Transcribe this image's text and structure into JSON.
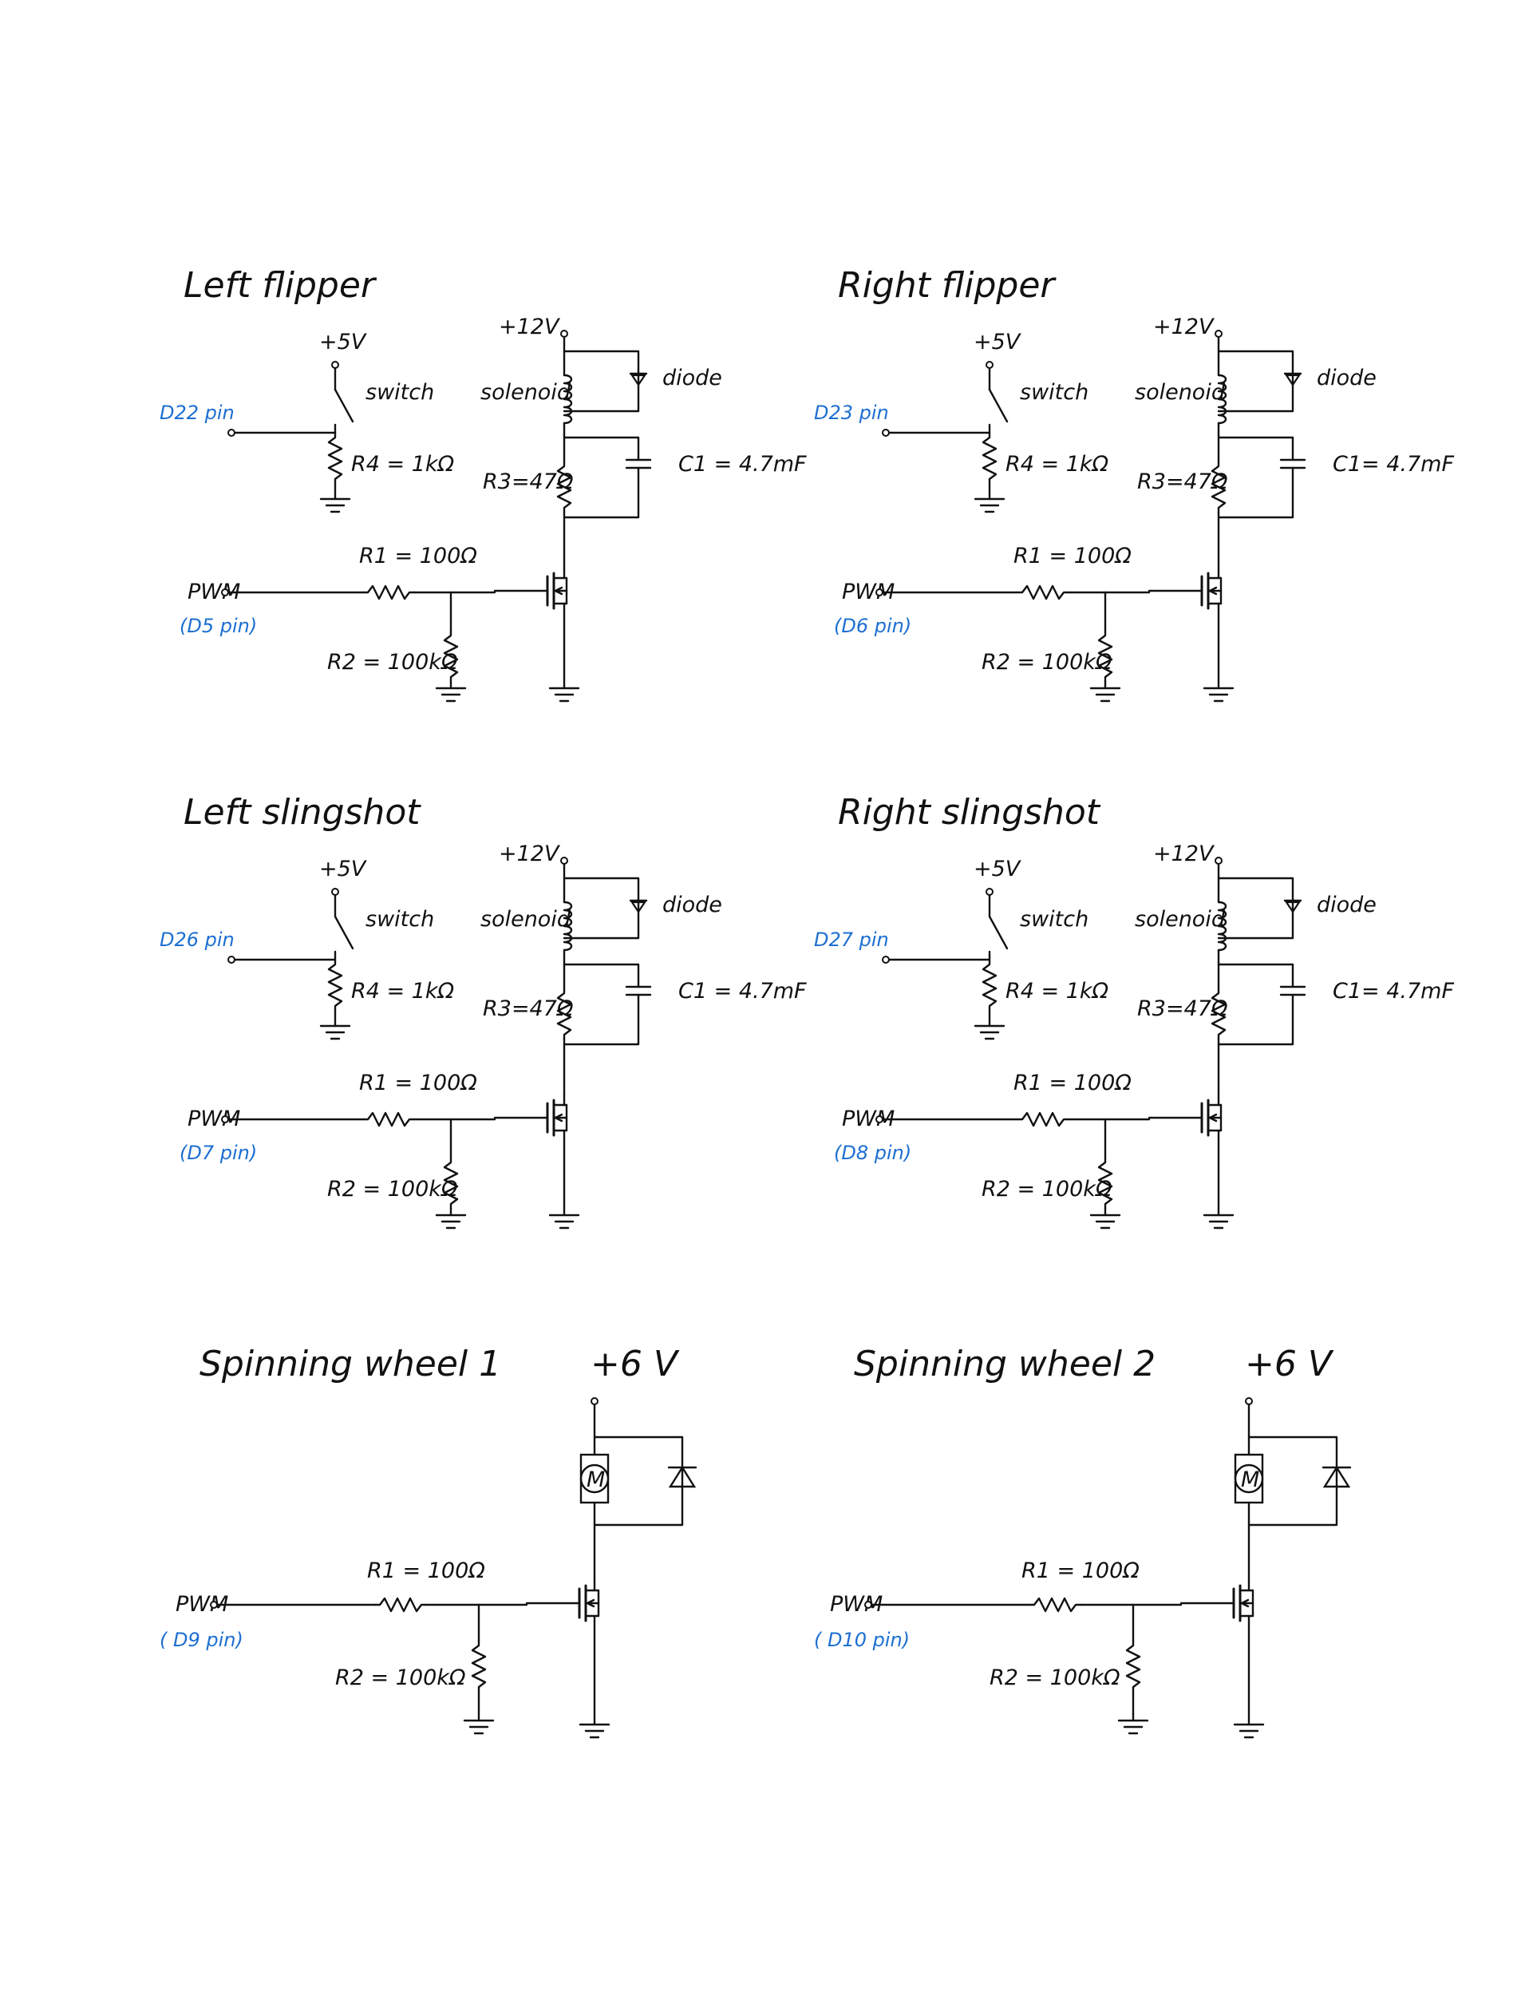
{
  "circuits": [
    {
      "id": "left-flipper",
      "type": "solenoid",
      "title": "Left flipper",
      "supply_logic": "+5V",
      "switch": "switch",
      "r4": "R4 = 1kΩ",
      "supply_power": "+12V",
      "load": "solenoid",
      "diode": "diode",
      "r3": "R3=47Ω",
      "c1": "C1 = 4.7mF",
      "r1": "R1 = 100Ω",
      "pwm": "PWM",
      "r2": "R2 = 100kΩ",
      "input_pin": "D22 pin",
      "pwm_pin": "(D5 pin)"
    },
    {
      "id": "right-flipper",
      "type": "solenoid",
      "title": "Right flipper",
      "supply_logic": "+5V",
      "switch": "switch",
      "r4": "R4 = 1kΩ",
      "supply_power": "+12V",
      "load": "solenoid",
      "diode": "diode",
      "r3": "R3=47Ω",
      "c1": "C1= 4.7mF",
      "r1": "R1 = 100Ω",
      "pwm": "PWM",
      "r2": "R2 = 100kΩ",
      "input_pin": "D23 pin",
      "pwm_pin": "(D6 pin)"
    },
    {
      "id": "left-slingshot",
      "type": "solenoid",
      "title": "Left slingshot",
      "supply_logic": "+5V",
      "switch": "switch",
      "r4": "R4 = 1kΩ",
      "supply_power": "+12V",
      "load": "solenoid",
      "diode": "diode",
      "r3": "R3=47Ω",
      "c1": "C1 = 4.7mF",
      "r1": "R1 = 100Ω",
      "pwm": "PWM",
      "r2": "R2 = 100kΩ",
      "input_pin": "D26 pin",
      "pwm_pin": "(D7 pin)"
    },
    {
      "id": "right-slingshot",
      "type": "solenoid",
      "title": "Right slingshot",
      "supply_logic": "+5V",
      "switch": "switch",
      "r4": "R4 = 1kΩ",
      "supply_power": "+12V",
      "load": "solenoid",
      "diode": "diode",
      "r3": "R3=47Ω",
      "c1": "C1= 4.7mF",
      "r1": "R1 = 100Ω",
      "pwm": "PWM",
      "r2": "R2 = 100kΩ",
      "input_pin": "D27 pin",
      "pwm_pin": "(D8 pin)"
    },
    {
      "id": "spinning-wheel-1",
      "type": "motor",
      "title": "Spinning wheel 1",
      "supply_power": "+6 V",
      "motor": "M",
      "r1": "R1 = 100Ω",
      "pwm": "PWM",
      "r2": "R2 = 100kΩ",
      "pwm_pin": "( D9 pin)"
    },
    {
      "id": "spinning-wheel-2",
      "type": "motor",
      "title": "Spinning wheel 2",
      "supply_power": "+6 V",
      "motor": "M",
      "r1": "R1 = 100Ω",
      "pwm": "PWM",
      "r2": "R2 = 100kΩ",
      "pwm_pin": "( D10 pin)"
    }
  ]
}
